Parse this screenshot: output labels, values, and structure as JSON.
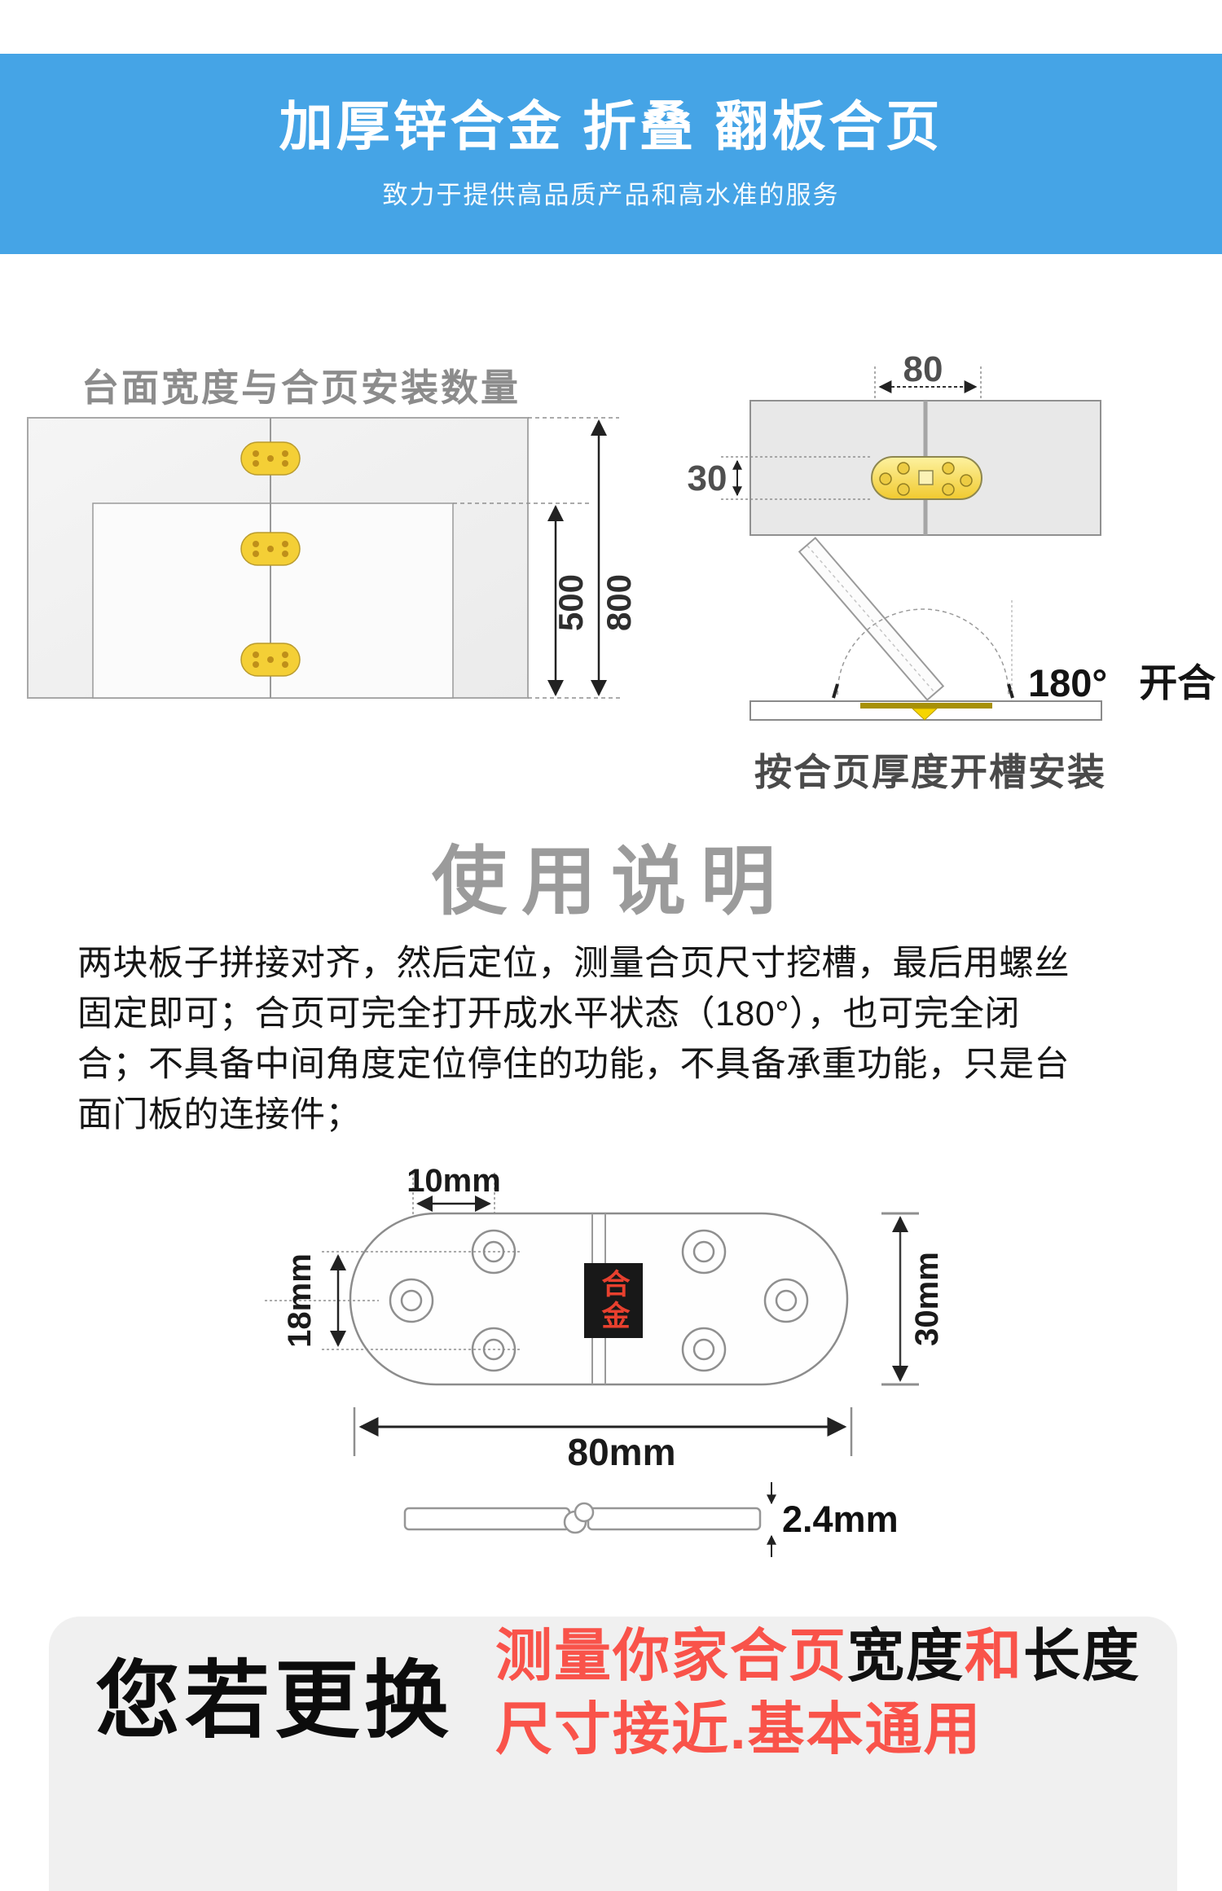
{
  "header": {
    "title": "加厚锌合金 折叠 翻板合页",
    "subtitle": "致力于提供高品质产品和高水准的服务"
  },
  "left_diagram": {
    "caption": "台面宽度与合页安装数量",
    "inner_height": "500",
    "outer_height": "800"
  },
  "right_diagram": {
    "width": "80",
    "height": "30",
    "angle": "180° 开合",
    "caption": "按合页厚度开槽安装"
  },
  "usage": {
    "title": "使用说明",
    "lines": [
      "两块板子拼接对齐，然后定位，测量合页尺寸挖槽，最后用螺丝",
      "固定即可；合页可完全打开成水平状态（180°），也可完全闭",
      "合；不具备中间角度定位停住的功能，不具备承重功能，只是台",
      "面门板的连接件；"
    ]
  },
  "hinge_spec": {
    "hole_spacing": "10mm",
    "hole_row_height": "18mm",
    "width": "30mm",
    "length": "80mm",
    "thickness": "2.4mm",
    "badge": "合金"
  },
  "promo": {
    "left": "您若更换",
    "line1_seg1": "测量你家合页",
    "line1_seg2": "宽度",
    "line1_seg3": "和",
    "line1_seg4": "长度",
    "line2": "尺寸接近.基本通用"
  },
  "colors": {
    "header_blue": "#45a4e6",
    "promo_red": "#f9534a",
    "hinge_yellow": "#f4cf36",
    "badge_bg": "#181818",
    "badge_text_red": "#e8402e",
    "usage_title_gray": "#9b9b9b"
  }
}
